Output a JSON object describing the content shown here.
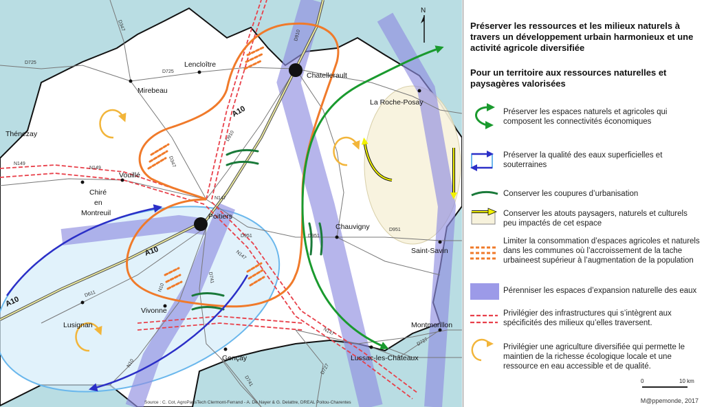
{
  "legend": {
    "title_1": "Préserver les ressources et les milieux naturels à travers un développement urbain harmonieux et une activité agricole diversifiée",
    "title_2": "Pour un territoire aux ressources naturelles et paysagères valorisées",
    "items": [
      {
        "label": "Préserver les espaces naturels et agricoles qui composent les connectivités économiques",
        "icon": "green-arrow-loop-icon",
        "color": "#1a9a2e"
      },
      {
        "label": "Préserver la qualité des eaux superficielles et souterraines",
        "icon": "blue-arrow-box-icon",
        "color": "#2b2fc7"
      },
      {
        "label": "Conserver les coupures d’urbanisation",
        "icon": "green-arc-icon",
        "color": "#1a7a3a"
      },
      {
        "label": "Conserver les atouts paysagers, naturels et culturels peu impactés de cet espace",
        "icon": "yellow-arrow-box-icon",
        "color": "#f2f200"
      },
      {
        "label": "Limiter la consommation d’espaces agricoles et naturels dans les communes où l’accroissement de la tache urbaineest supérieur à l’augmentation de la population",
        "icon": "orange-dashes-icon",
        "color": "#f07a2a"
      },
      {
        "label": "Pérenniser les espaces d’expansion naturelle des eaux",
        "icon": "purple-band-icon",
        "color": "#9c9ae8"
      },
      {
        "label": "Privilégier des infrastructures qui s’intègrent aux spécificités des milieux qu’elles traversent.",
        "icon": "red-dashed-lines-icon",
        "color": "#e8404a"
      },
      {
        "label": "Privilégier une agriculture diversifiée qui permette le maintien de la richesse écologique locale et une ressource en eau accessible et de qualité.",
        "icon": "yellow-circle-arrow-icon",
        "color": "#f2b53a"
      }
    ]
  },
  "scale": {
    "zero": "0",
    "max": "10 km"
  },
  "credit": "M@ppemonde, 2017",
  "source": "Source : C. Cot, AgroParisTech Clermont-Ferrand - A. De Nayer & G. Delattre, DREAL Poitou-Charentes",
  "north": "N",
  "map": {
    "towns": {
      "lencloitre": "Lencloître",
      "chatellerault": "Chatellerault",
      "mirebeau": "Mirebeau",
      "la_roche_posay": "La Roche-Posay",
      "thenezay": "Thénezay",
      "vouille": "Vouillé",
      "chire": "Chiré",
      "en": "en",
      "montreuil": "Montreuil",
      "poitiers": "Poitiers",
      "chauvigny": "Chauvigny",
      "saint_savin": "Saint-Savin",
      "lusignan": "Lusignan",
      "vivonne": "Vivonne",
      "montmorillon": "Montmorillon",
      "gencay": "Gençay",
      "lussac": "Lussac-les-Châteaux"
    },
    "roads": {
      "d347_n": "D347",
      "d910_n": "D910",
      "d725_w": "D725",
      "d725_c": "D725",
      "a10_n": "A10",
      "d910_s": "D910",
      "d347_s": "D347",
      "n149_w": "N149",
      "n149_e": "N149",
      "n147_n": "N147",
      "d951_w": "D951",
      "d951_c": "D951",
      "d951_e": "D951",
      "a10_c": "A10",
      "n147_s": "N147",
      "d741_n": "D741",
      "d611": "D611",
      "n10_n": "N10",
      "a10_w": "A10",
      "n147_e": "N147",
      "d727_e": "D727",
      "n10_s": "N10",
      "d727_s": "D727",
      "d741_s": "D741"
    }
  }
}
